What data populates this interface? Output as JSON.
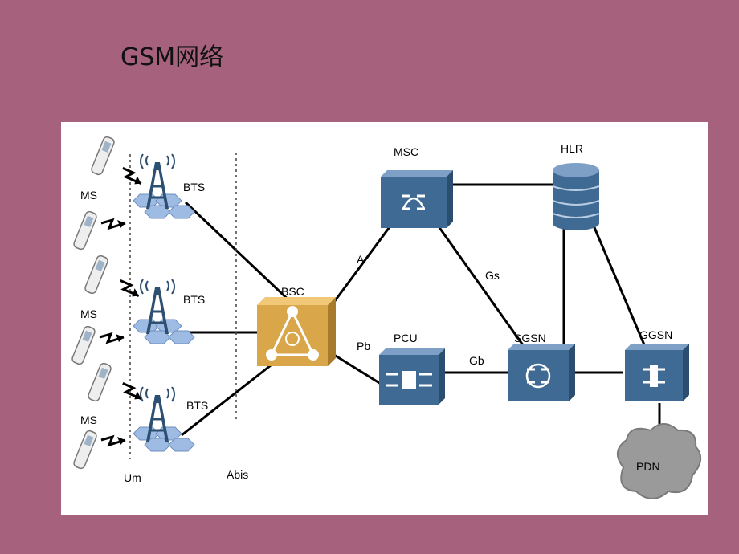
{
  "slide": {
    "title": "GSM网络"
  },
  "nodes": {
    "ms": [
      "MS",
      "MS",
      "MS"
    ],
    "bts": [
      "BTS",
      "BTS",
      "BTS"
    ],
    "bsc": "BSC",
    "msc": "MSC",
    "hlr": "HLR",
    "pcu": "PCU",
    "sgsn": "SGSN",
    "ggsn": "GGSN",
    "pdn": "PDN"
  },
  "interfaces": {
    "um": "Um",
    "abis": "Abis",
    "a": "A",
    "pb": "Pb",
    "gb": "Gb",
    "gs": "Gs"
  },
  "colors": {
    "background": "#a6627c",
    "panel": "#ffffff",
    "node_blue": "#3f6a93",
    "bsc_gold": "#d9a64a",
    "cloud_gray": "#9a9a9a",
    "hex_blue": "#9dbbe3"
  }
}
